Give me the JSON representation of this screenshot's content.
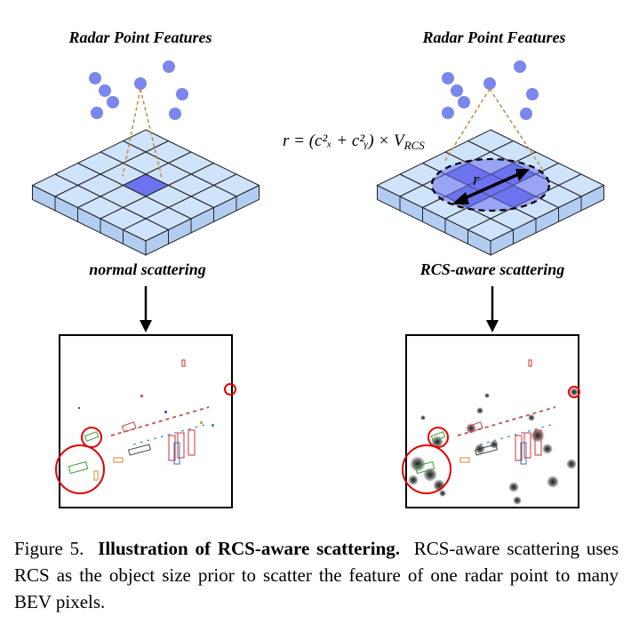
{
  "panels": {
    "left": {
      "top_label": "Radar Point Features",
      "bottom_label": "normal scattering"
    },
    "right": {
      "top_label": "Radar Point Features",
      "bottom_label": "RCS-aware scattering",
      "formula": "r = (c²ₓ + c²ᵧ) × V",
      "formula_sub": "RCS",
      "radius_label": "r"
    }
  },
  "caption": {
    "prefix": "Figure 5.",
    "title": "Illustration of RCS-aware scattering.",
    "body": "RCS-aware scattering uses RCS as the object size prior to scatter the feature of one radar point to many BEV pixels."
  },
  "colors": {
    "point": "#7b86ee",
    "grid_top": "#cfe3fb",
    "grid_side": "#b3cdf2",
    "highlight": "#6b73ee",
    "dashed_line": "#c08a3c",
    "circle": "#e00000"
  }
}
